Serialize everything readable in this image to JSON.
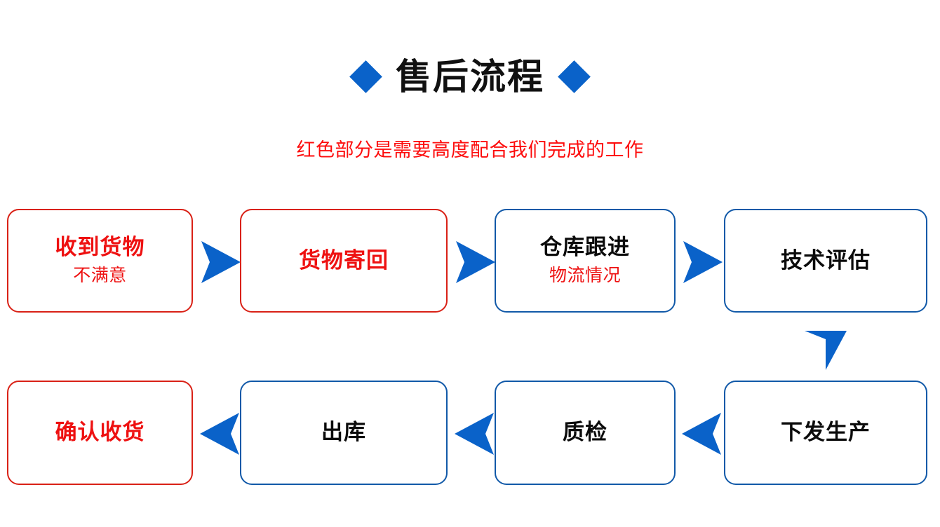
{
  "header": {
    "title": "售后流程",
    "left_diamond": "diamond-icon",
    "right_diamond": "diamond-icon",
    "subtitle": "红色部分是需要高度配合我们完成的工作"
  },
  "colors": {
    "accent_blue": "#0a62c9",
    "border_blue": "#1159a8",
    "border_red": "#d92116",
    "text_red": "#ee1111",
    "text_black": "#0b0b0b",
    "background": "#ffffff"
  },
  "flow": {
    "row1": [
      {
        "main": "收到货物",
        "sub": "不满意",
        "main_color": "red",
        "sub_color": "red",
        "border": "red"
      },
      {
        "main": "货物寄回",
        "sub": "",
        "main_color": "red",
        "sub_color": "red",
        "border": "red"
      },
      {
        "main": "仓库跟进",
        "sub": "物流情况",
        "main_color": "black",
        "sub_color": "red",
        "border": "blue"
      },
      {
        "main": "技术评估",
        "sub": "",
        "main_color": "black",
        "sub_color": "red",
        "border": "blue"
      }
    ],
    "row2": [
      {
        "main": "确认收货",
        "sub": "",
        "main_color": "red",
        "sub_color": "red",
        "border": "red"
      },
      {
        "main": "出库",
        "sub": "",
        "main_color": "black",
        "sub_color": "red",
        "border": "blue"
      },
      {
        "main": "质检",
        "sub": "",
        "main_color": "black",
        "sub_color": "red",
        "border": "blue"
      },
      {
        "main": "下发生产",
        "sub": "",
        "main_color": "black",
        "sub_color": "red",
        "border": "blue"
      }
    ],
    "arrows": [
      {
        "name": "arrow-right-icon-1",
        "direction": "right"
      },
      {
        "name": "arrow-right-icon-2",
        "direction": "right"
      },
      {
        "name": "arrow-right-icon-3",
        "direction": "right"
      },
      {
        "name": "arrow-down-icon-1",
        "direction": "down"
      },
      {
        "name": "arrow-left-icon-1",
        "direction": "left"
      },
      {
        "name": "arrow-left-icon-2",
        "direction": "left"
      },
      {
        "name": "arrow-left-icon-3",
        "direction": "left"
      }
    ]
  }
}
